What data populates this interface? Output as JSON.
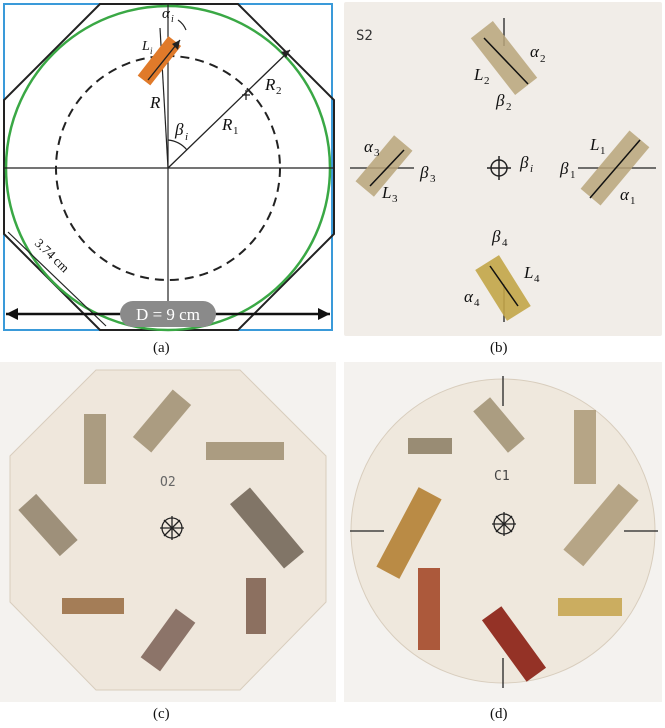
{
  "captions": {
    "a": "(a)",
    "b": "(b)",
    "c": "(c)",
    "d": "(d)"
  },
  "panel_a": {
    "diameter_label": "D = 9 cm",
    "side_label": "3.74 cm",
    "R": "R",
    "R1": "R",
    "R1_sub": "1",
    "R2": "R",
    "R2_sub": "2",
    "beta": "β",
    "beta_sub": "i",
    "alpha": "α",
    "alpha_sub": "i",
    "L": "L",
    "L_sub": "i"
  },
  "panel_b": {
    "sample_label": "S2",
    "labels": {
      "a1": "α",
      "a2": "α",
      "a3": "α",
      "a4": "α",
      "b1": "β",
      "b2": "β",
      "b3": "β",
      "b4": "β",
      "bi": "β",
      "L1": "L",
      "L2": "L",
      "L3": "L",
      "L4": "L"
    },
    "subs": {
      "1": "1",
      "2": "2",
      "3": "3",
      "4": "4",
      "i": "i"
    }
  },
  "panel_c": {
    "sample_label": "O2"
  },
  "panel_d": {
    "sample_label": "C1"
  },
  "colors": {
    "frame": "#3a9ad9",
    "circle": "#3aa845",
    "octagon": "#222222",
    "strip_orange": "#e07a2a",
    "strip_tan": "#b9a57a",
    "plate_b": "#f1ede8",
    "plate_c": "#efe7dc",
    "plate_d": "#efe8dd",
    "strip_dark_red": "#8a1e12",
    "strip_brown": "#8b5a2b"
  }
}
